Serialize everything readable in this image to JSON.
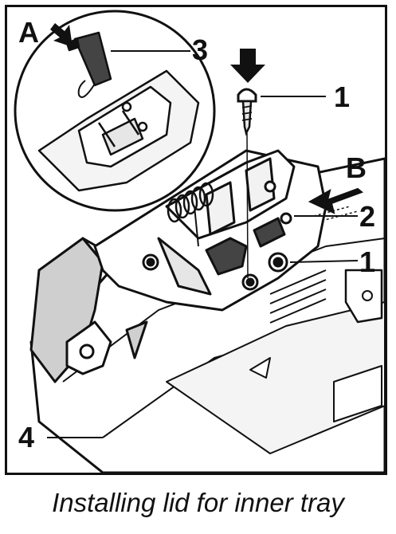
{
  "figure": {
    "callouts": {
      "label_A": "A",
      "label_B": "B",
      "screw_top": "1",
      "screw_right": "1",
      "spring": "2",
      "clip": "3",
      "tray": "4"
    },
    "caption": "Installing lid for inner tray"
  },
  "colors": {
    "ink": "#111111",
    "part_dark": "#444444",
    "part_mid": "#cfcfcf",
    "paper": "#ffffff"
  }
}
